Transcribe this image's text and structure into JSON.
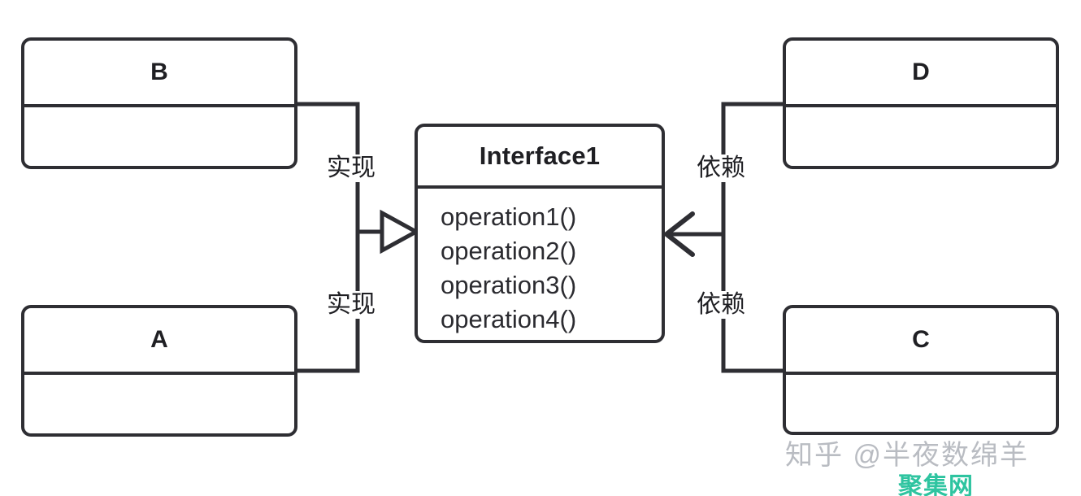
{
  "diagram": {
    "kind": "uml-class-diagram",
    "stroke_color": "#2e2e33",
    "background": "#ffffff",
    "classes": [
      {
        "id": "B",
        "name": "B",
        "members": []
      },
      {
        "id": "A",
        "name": "A",
        "members": []
      },
      {
        "id": "D",
        "name": "D",
        "members": []
      },
      {
        "id": "C",
        "name": "C",
        "members": []
      }
    ],
    "interface": {
      "id": "Interface1",
      "name": "Interface1",
      "operations": [
        "operation1()",
        "operation2()",
        "operation3()",
        "operation4()"
      ]
    },
    "relations": [
      {
        "from": "B",
        "to": "Interface1",
        "type": "realization",
        "label": "实现",
        "arrow": "hollow-triangle"
      },
      {
        "from": "A",
        "to": "Interface1",
        "type": "realization",
        "label": "实现",
        "arrow": "hollow-triangle"
      },
      {
        "from": "D",
        "to": "Interface1",
        "type": "dependency",
        "label": "依赖",
        "arrow": "open-arrow"
      },
      {
        "from": "C",
        "to": "Interface1",
        "type": "dependency",
        "label": "依赖",
        "arrow": "open-arrow"
      }
    ]
  },
  "watermark": {
    "zhihu": "知乎 @半夜数绵羊",
    "site": "聚集网",
    "site_color": "#2ec4a0",
    "zhihu_color": "#b9bcc2"
  }
}
